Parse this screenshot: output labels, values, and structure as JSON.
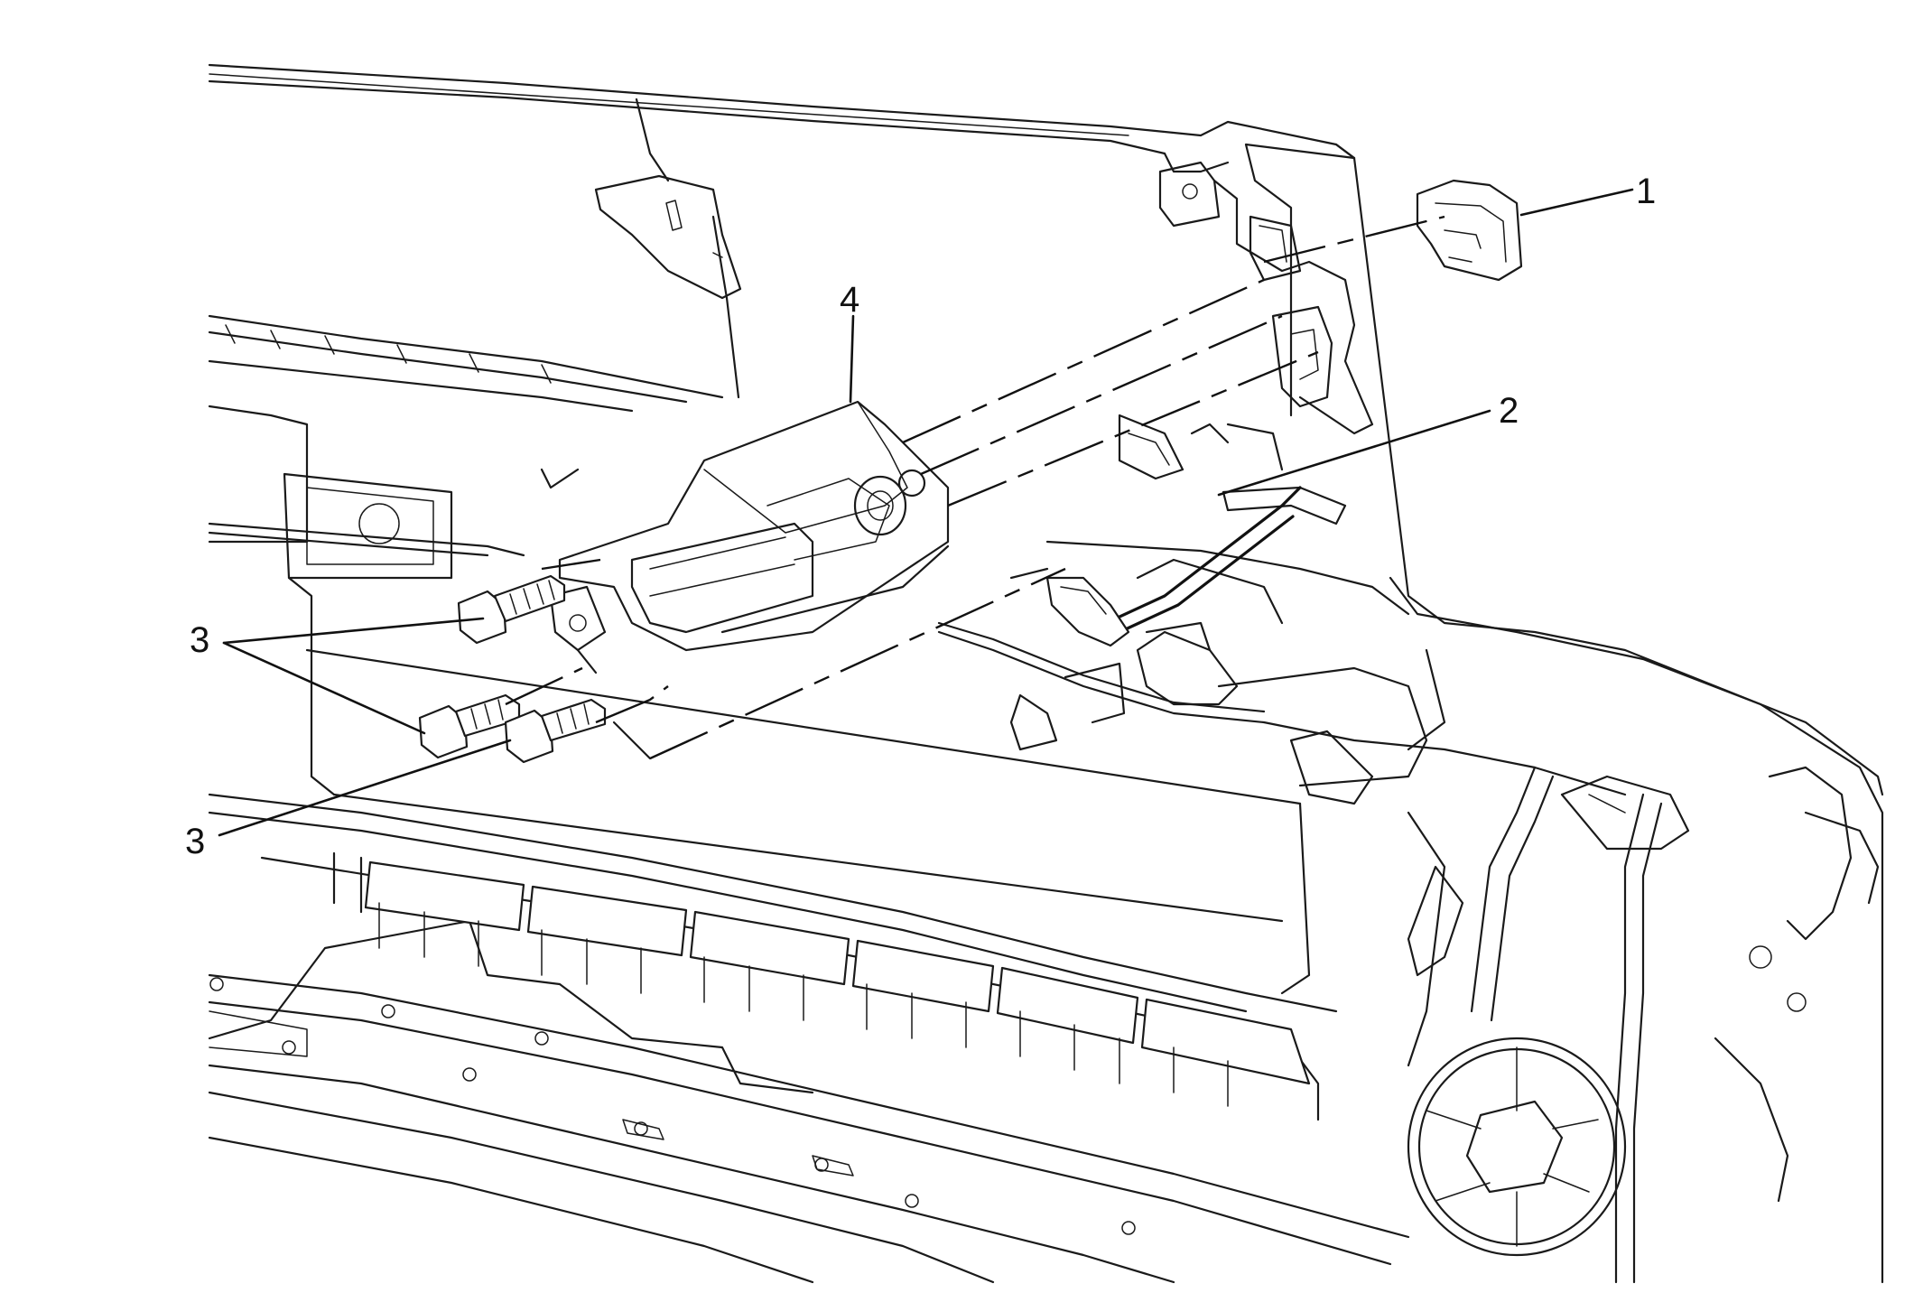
{
  "callouts": [
    {
      "id": "1",
      "label": "1"
    },
    {
      "id": "2",
      "label": "2"
    },
    {
      "id": "3a",
      "label": "3"
    },
    {
      "id": "3b",
      "label": "3"
    },
    {
      "id": "4",
      "label": "4"
    }
  ],
  "colors": {
    "line": "#1a1a1a",
    "background": "#ffffff"
  }
}
